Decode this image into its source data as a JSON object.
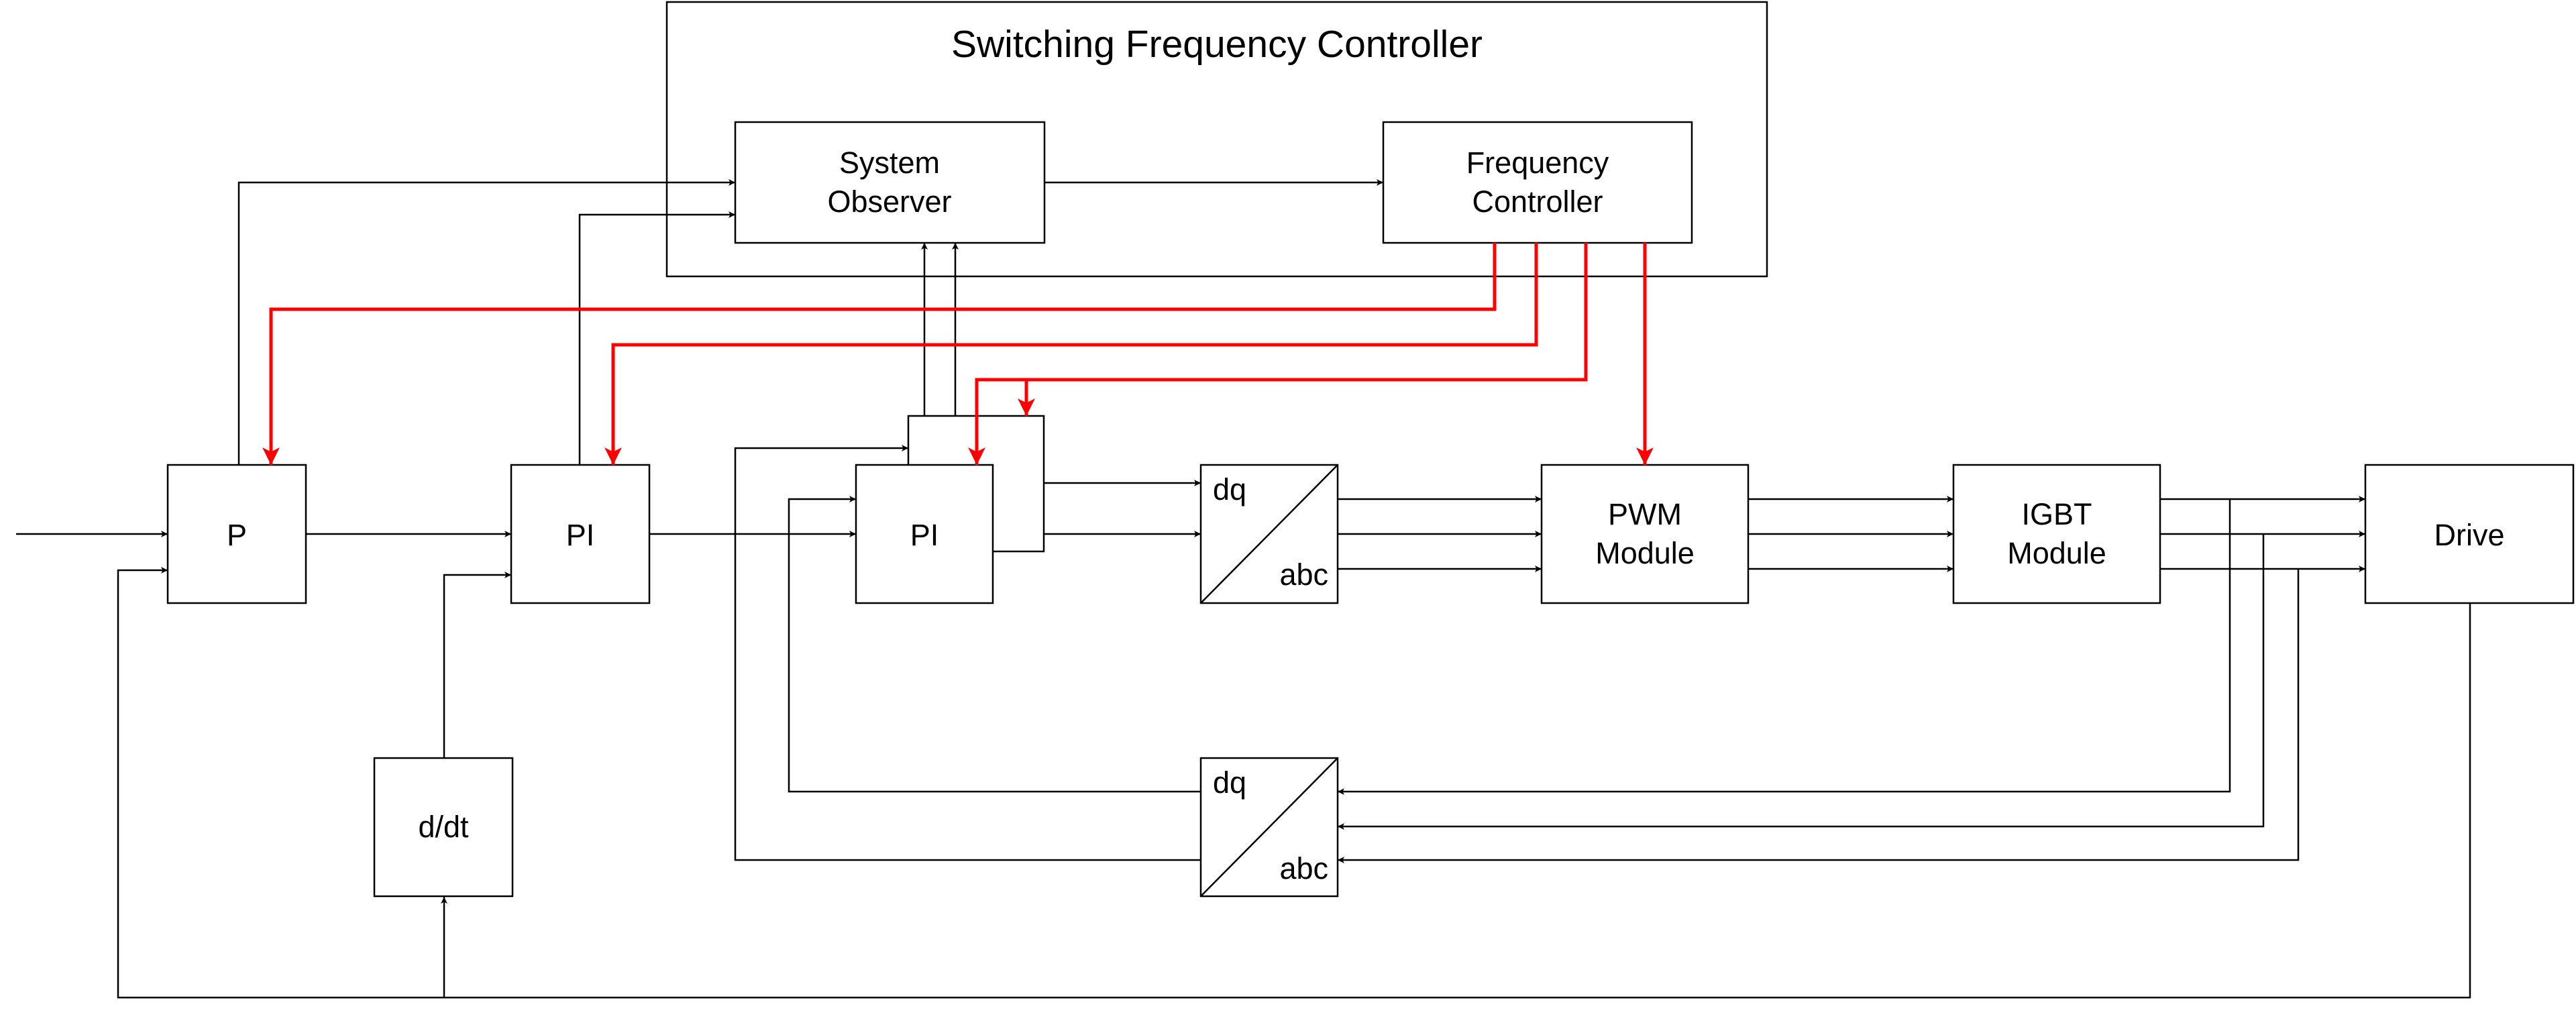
{
  "diagram": {
    "title": "Switching Frequency Controller",
    "blocks": {
      "system_observer": [
        "System",
        "Observer"
      ],
      "frequency_controller": [
        "Frequency",
        "Controller"
      ],
      "p": "P",
      "pi_outer": "PI",
      "pi_inner": "PI",
      "pwm_module": [
        "PWM",
        "Module"
      ],
      "igbt_module": [
        "IGBT",
        "Module"
      ],
      "drive": "Drive",
      "ddt": "d/dt",
      "transform_forward": {
        "top": "dq",
        "bottom": "abc"
      },
      "transform_feedback": {
        "top": "dq",
        "bottom": "abc"
      }
    },
    "colors": {
      "line": "#000000",
      "control_signal": "#ff0000",
      "background": "#ffffff"
    }
  }
}
